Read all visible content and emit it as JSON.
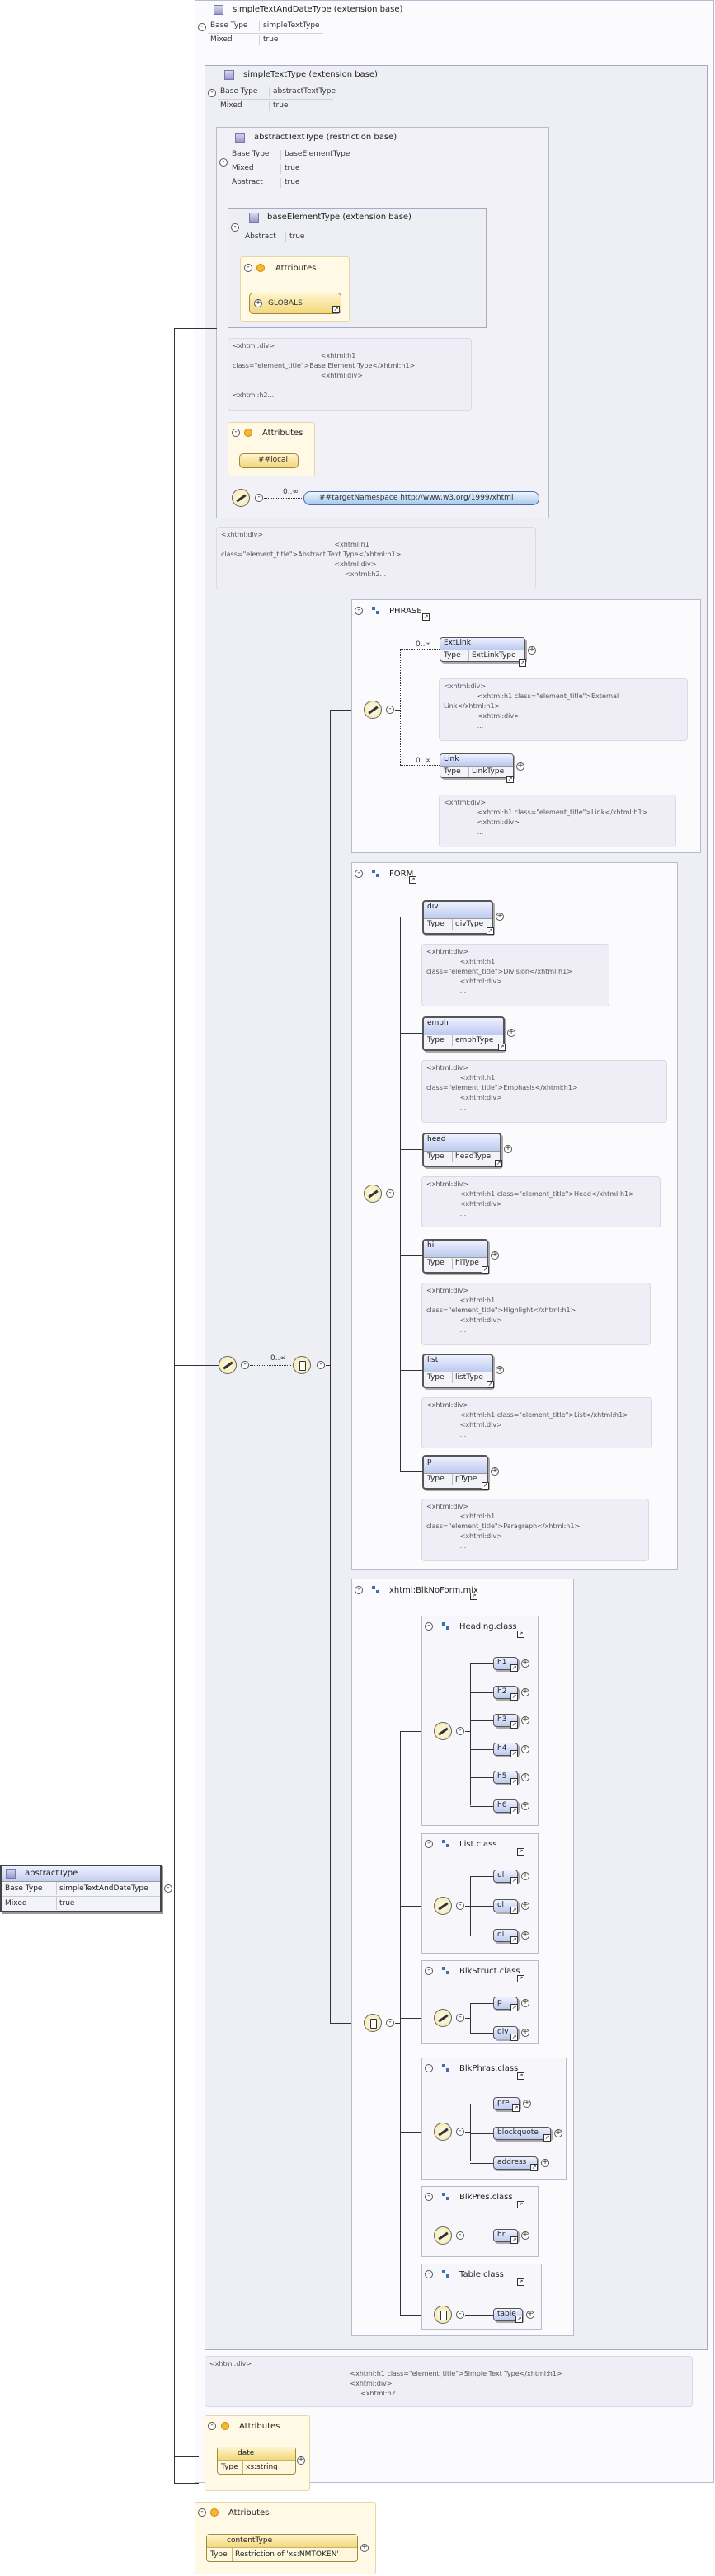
{
  "root": {
    "title": "abstractType",
    "rows": [
      {
        "k": "Base Type",
        "v": "simpleTextAndDateType"
      },
      {
        "k": "Mixed",
        "v": "true"
      }
    ]
  },
  "std": {
    "title": "simpleTextAndDateType (extension base)",
    "rows": [
      {
        "k": "Base Type",
        "v": "simpleTextType"
      },
      {
        "k": "Mixed",
        "v": "true"
      }
    ]
  },
  "stt": {
    "title": "simpleTextType (extension base)",
    "rows": [
      {
        "k": "Base Type",
        "v": "abstractTextType"
      },
      {
        "k": "Mixed",
        "v": "true"
      }
    ]
  },
  "att": {
    "title": "abstractTextType (restriction base)",
    "rows": [
      {
        "k": "Base Type",
        "v": "baseElementType"
      },
      {
        "k": "Mixed",
        "v": "true"
      },
      {
        "k": "Abstract",
        "v": "true"
      }
    ]
  },
  "bet": {
    "title": "baseElementType (extension base)",
    "rows": [
      {
        "k": "Abstract",
        "v": "true"
      }
    ],
    "attributes_label": "Attributes",
    "globals": "GLOBALS"
  },
  "doc_base": "<xhtml:div>\n                                          <xhtml:h1\nclass=\"element_title\">Base Element Type</xhtml:h1>\n                                          <xhtml:div>\n                                          ...\n<xhtml:h2...",
  "att_attrs": {
    "label": "Attributes",
    "local": "##local"
  },
  "any": {
    "occ": "0..∞",
    "ns": "##targetNamespace http://www.w3.org/1999/xhtml"
  },
  "doc_abstract": "<xhtml:div>\n                                                      <xhtml:h1\nclass=\"element_title\">Abstract Text Type</xhtml:h1>\n                                                      <xhtml:div>\n                                                           <xhtml:h2...",
  "phrase": {
    "title": "PHRASE",
    "occ": "0..∞",
    "ext": {
      "name": "ExtLink",
      "type": "ExtLinkType"
    },
    "ext_doc": "<xhtml:div>\n                <xhtml:h1 class=\"element_title\">External\nLink</xhtml:h1>\n                <xhtml:div>\n                ...",
    "link": {
      "name": "Link",
      "type": "LinkType"
    },
    "link_doc": "<xhtml:div>\n                <xhtml:h1 class=\"element_title\">Link</xhtml:h1>\n                <xhtml:div>\n                ..."
  },
  "form": {
    "title": "FORM",
    "items": [
      {
        "name": "div",
        "type": "divType",
        "doc": "<xhtml:div>\n                <xhtml:h1\nclass=\"element_title\">Division</xhtml:h1>\n                <xhtml:div>\n                ..."
      },
      {
        "name": "emph",
        "type": "emphType",
        "doc": "<xhtml:div>\n                <xhtml:h1\nclass=\"element_title\">Emphasis</xhtml:h1>\n                <xhtml:div>\n                ..."
      },
      {
        "name": "head",
        "type": "headType",
        "doc": "<xhtml:div>\n                <xhtml:h1 class=\"element_title\">Head</xhtml:h1>\n                <xhtml:div>\n                ..."
      },
      {
        "name": "hi",
        "type": "hiType",
        "doc": "<xhtml:div>\n                <xhtml:h1\nclass=\"element_title\">Highlight</xhtml:h1>\n                <xhtml:div>\n                ..."
      },
      {
        "name": "list",
        "type": "listType",
        "doc": "<xhtml:div>\n                <xhtml:h1 class=\"element_title\">List</xhtml:h1>\n                <xhtml:div>\n                ..."
      },
      {
        "name": "p",
        "type": "pType",
        "doc": "<xhtml:div>\n                <xhtml:h1\nclass=\"element_title\">Paragraph</xhtml:h1>\n                <xhtml:div>\n                ..."
      }
    ]
  },
  "mix": {
    "title": "xhtml:BlkNoForm.mix",
    "heading": {
      "title": "Heading.class",
      "items": [
        "h1",
        "h2",
        "h3",
        "h4",
        "h5",
        "h6"
      ]
    },
    "list": {
      "title": "List.class",
      "items": [
        "ul",
        "ol",
        "dl"
      ]
    },
    "blkstruct": {
      "title": "BlkStruct.class",
      "items": [
        "p",
        "div"
      ]
    },
    "blkphras": {
      "title": "BlkPhras.class",
      "items": [
        "pre",
        "blockquote",
        "address"
      ]
    },
    "blkpres": {
      "title": "BlkPres.class",
      "items": [
        "hr"
      ]
    },
    "table": {
      "title": "Table.class",
      "items": [
        "table"
      ]
    }
  },
  "doc_simple": "<xhtml:div>\n                                                                   <xhtml:h1 class=\"element_title\">Simple Text Type</xhtml:h1>\n                                                                   <xhtml:div>\n                                                                        <xhtml:h2...",
  "std_attrs": {
    "label": "Attributes",
    "name": "date",
    "type_k": "Type",
    "type_v": "xs:string"
  },
  "root_attrs": {
    "label": "Attributes",
    "name": "contentType",
    "type_k": "Type",
    "type_v": "Restriction of 'xs:NMTOKEN'"
  }
}
